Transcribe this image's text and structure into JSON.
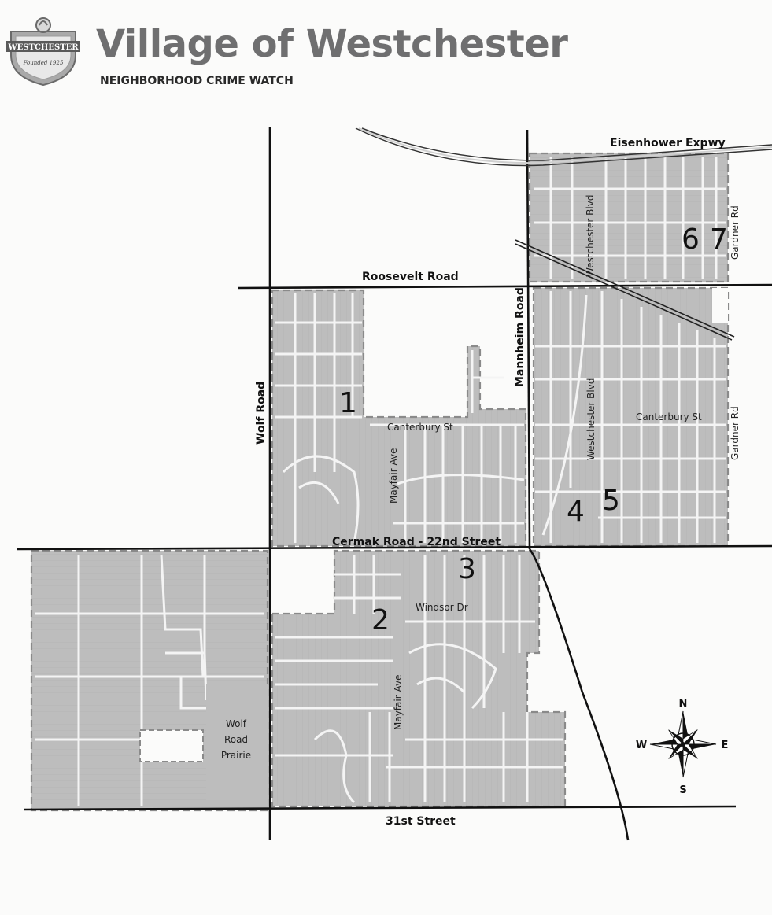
{
  "header": {
    "title": "Village of Westchester",
    "subtitle": "NEIGHBORHOOD CRIME WATCH",
    "logo": {
      "icon": "village-seal-icon",
      "banner_text": "WESTCHESTER",
      "founded_text": "Founded 1925"
    }
  },
  "map": {
    "streets": {
      "expressway": "Eisenhower Expwy",
      "roosevelt": "Roosevelt Road",
      "wolf": "Wolf Road",
      "mannheim": "Mannheim Road",
      "cermak": "Cermak Road - 22nd Street",
      "thirty_first": "31st Street",
      "westchester_blvd": "Westchester Blvd",
      "westchester_blvd_2": "Westchester Blvd",
      "gardner_top": "Gardner Rd",
      "gardner_mid": "Gardner Rd",
      "canterbury_west": "Canterbury St",
      "canterbury_east": "Canterbury St",
      "mayfair_top": "Mayfair Ave",
      "mayfair_bottom": "Mayfair Ave",
      "windsor": "Windsor Dr"
    },
    "area_label": {
      "line1": "Wolf",
      "line2": "Road",
      "line3": "Prairie"
    },
    "zones": [
      "1",
      "2",
      "3",
      "4",
      "5",
      "6",
      "7"
    ]
  },
  "compass": {
    "icon": "compass-rose-icon",
    "n": "N",
    "s": "S",
    "e": "E",
    "w": "W"
  },
  "colors": {
    "fill": "#bdbdbd",
    "road": "#111111",
    "block_line": "#f4f4f4",
    "title": "#6f6f70"
  }
}
